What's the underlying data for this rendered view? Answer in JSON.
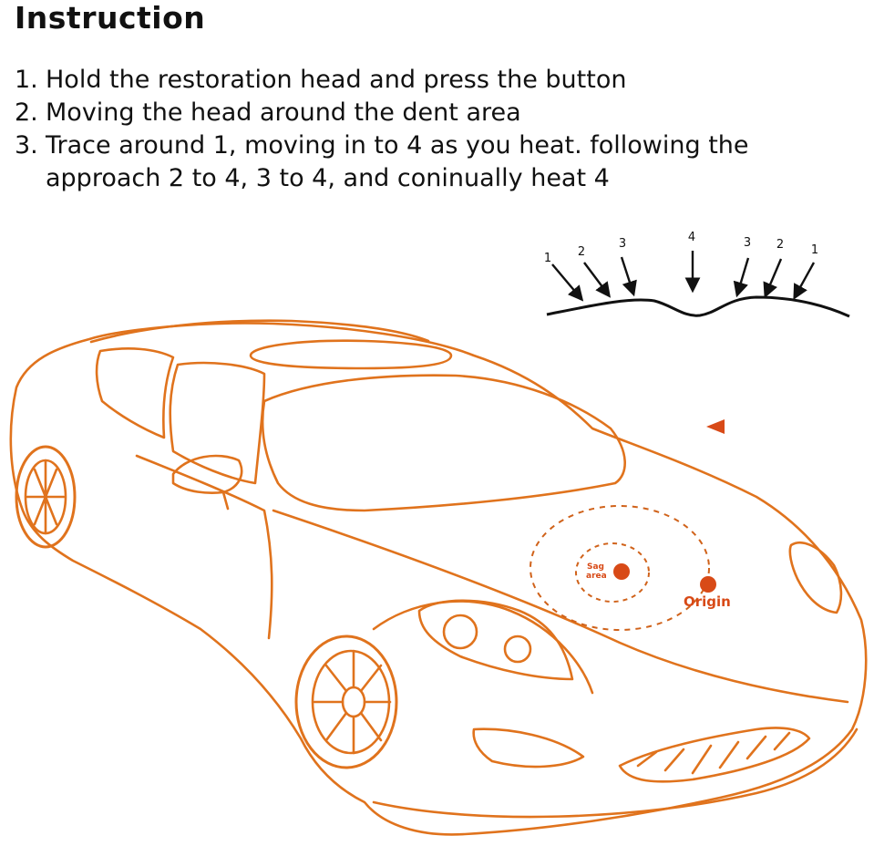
{
  "title": "Instruction",
  "steps": [
    {
      "number": "1.",
      "text": "Hold the restoration head and press the button"
    },
    {
      "number": "2.",
      "text": "Moving the head around the dent area"
    },
    {
      "number": "3.",
      "text": "Trace around 1, moving in to 4 as you heat. following the approach 2 to 4, 3 to 4, and coninually heat 4"
    }
  ],
  "diagram": {
    "heat_labels": [
      "1",
      "2",
      "3",
      "4",
      "3",
      "2",
      "1"
    ],
    "sag_label_line1": "Sag",
    "sag_label_line2": "area",
    "origin_label": "Origin"
  },
  "colors": {
    "car_line": "#e0731d",
    "dot": "#d84a17",
    "text": "#111111"
  }
}
